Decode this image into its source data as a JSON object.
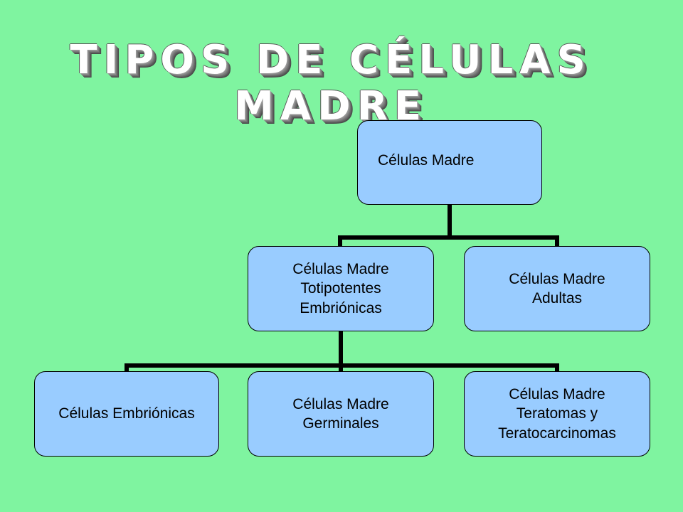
{
  "title": "TIPOS DE CÉLULAS MADRE",
  "nodes": {
    "root": "Células Madre",
    "totipotent": "Células Madre\nTotipotentes\nEmbriónicas",
    "adult": "Células Madre\nAdultas",
    "embryonic": "Células Embriónicas",
    "germinal": "Células Madre\nGerminales",
    "teratoma": "Células Madre\nTeratomas y\nTeratocarcinomas"
  },
  "colors": {
    "background": "#7ff4a0",
    "node_fill": "#99ccff",
    "connector": "#000000"
  }
}
